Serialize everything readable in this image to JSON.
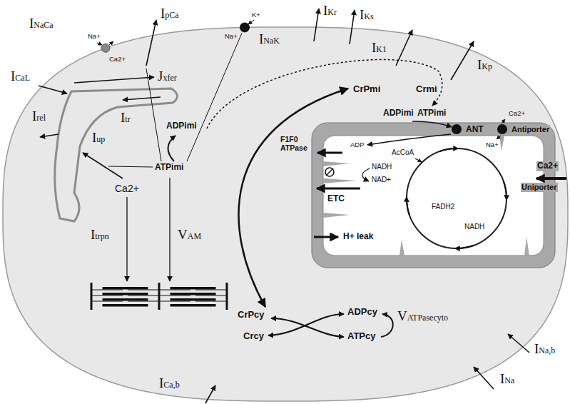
{
  "diagram": {
    "labels": [
      "INaCa",
      "Na+",
      "Ca2+",
      "IpCa",
      "K+",
      "Na+",
      "INaK",
      "IKr",
      "IKs",
      "IK1",
      "IKp",
      "ICaL",
      "Jxfer",
      "CrPmi",
      "Crmi",
      "Irel",
      "ADPimi",
      "ATPimi",
      "Ca2+",
      "Itr",
      "ADPimi",
      "Iup",
      "ANT",
      "Antiporter",
      "F1F0 ATPase",
      "ADP",
      "Na+",
      "AcCoA",
      "Ca2+",
      "ATPimi",
      "NADH",
      "NAD+",
      "Uniporter",
      "Ca2+",
      "ETC",
      "FADH2",
      "NADH",
      "Itrpn",
      "VAM",
      "H+ leak",
      "ADPcy",
      "CrPcy",
      "ATPcy",
      "Crcy",
      "VATPasecyto",
      "INa,b",
      "INa",
      "ICa,b"
    ]
  }
}
